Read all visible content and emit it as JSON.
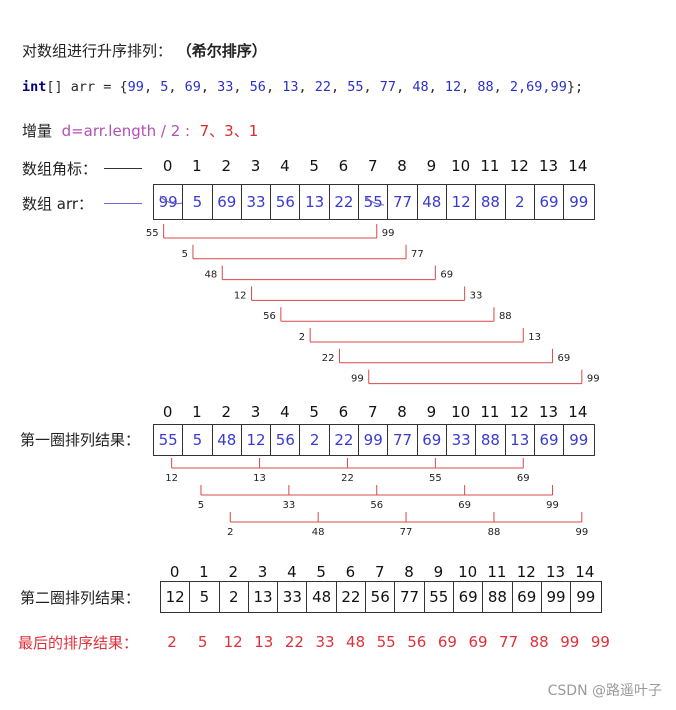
{
  "title": {
    "text": "对数组进行升序排列：",
    "bold": "（希尔排序）"
  },
  "code": {
    "kw": "int",
    "decl": "[] arr = {",
    "values": [
      "99",
      "5",
      "69",
      "33",
      "56",
      "13",
      "22",
      "55",
      "77",
      "48",
      "12",
      "88",
      "2,69,99"
    ],
    "end": "};"
  },
  "increment": {
    "label": "增量",
    "formula": "d=arr.length / 2 :",
    "values": "7、3、1"
  },
  "labels": {
    "index": "数组角标：",
    "array": "数组 arr：",
    "round1": "第一圈排列结果：",
    "round2": "第二圈排列结果：",
    "final": "最后的排序结果："
  },
  "indices": [
    "0",
    "1",
    "2",
    "3",
    "4",
    "5",
    "6",
    "7",
    "8",
    "9",
    "10",
    "11",
    "12",
    "13",
    "14"
  ],
  "arrays": {
    "original": [
      "99",
      "5",
      "69",
      "33",
      "56",
      "13",
      "22",
      "55",
      "77",
      "48",
      "12",
      "88",
      "2",
      "69",
      "99"
    ],
    "round1": [
      "55",
      "5",
      "48",
      "12",
      "56",
      "2",
      "22",
      "99",
      "77",
      "69",
      "33",
      "88",
      "13",
      "69",
      "99"
    ],
    "round2": [
      "12",
      "5",
      "2",
      "13",
      "33",
      "48",
      "22",
      "56",
      "77",
      "55",
      "69",
      "88",
      "69",
      "99",
      "99"
    ],
    "final": [
      "2",
      "5",
      "12",
      "13",
      "22",
      "33",
      "48",
      "55",
      "56",
      "69",
      "69",
      "77",
      "88",
      "99",
      "99"
    ]
  },
  "gap7_pairs": [
    {
      "left": "55",
      "right": "99"
    },
    {
      "left": "5",
      "right": "77"
    },
    {
      "left": "48",
      "right": "69"
    },
    {
      "left": "12",
      "right": "33"
    },
    {
      "left": "56",
      "right": "88"
    },
    {
      "left": "2",
      "right": "13"
    },
    {
      "left": "22",
      "right": "69"
    },
    {
      "left": "99",
      "right": "99"
    }
  ],
  "gap3_groups": [
    [
      "12",
      "13",
      "22",
      "55",
      "69"
    ],
    [
      "5",
      "33",
      "56",
      "69",
      "99"
    ],
    [
      "2",
      "48",
      "77",
      "88",
      "99"
    ]
  ],
  "watermark": "CSDN @路遥叶子",
  "colors": {
    "blue": "#3a3ad0",
    "red": "#e0303a",
    "purple": "#b34fb3",
    "bracket": "#d94848"
  }
}
